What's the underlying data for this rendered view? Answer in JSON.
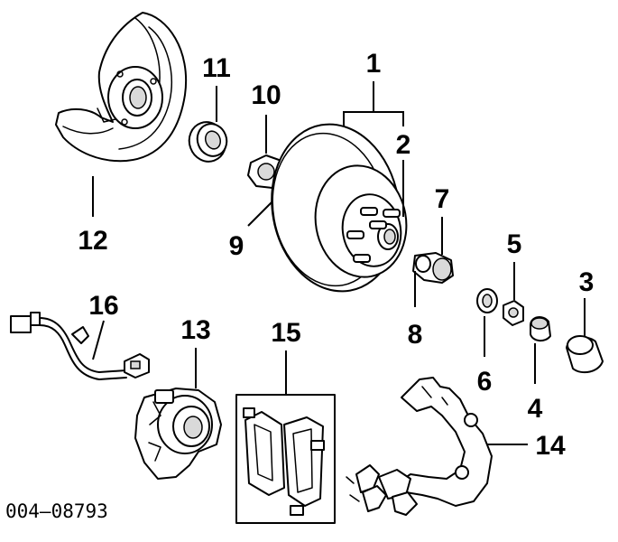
{
  "diagram": {
    "reference_code": "004–08793",
    "callouts": {
      "c1": "1",
      "c2": "2",
      "c3": "3",
      "c4": "4",
      "c5": "5",
      "c6": "6",
      "c7": "7",
      "c8": "8",
      "c9": "9",
      "c10": "10",
      "c11": "11",
      "c12": "12",
      "c13": "13",
      "c14": "14",
      "c15": "15",
      "c16": "16"
    }
  }
}
